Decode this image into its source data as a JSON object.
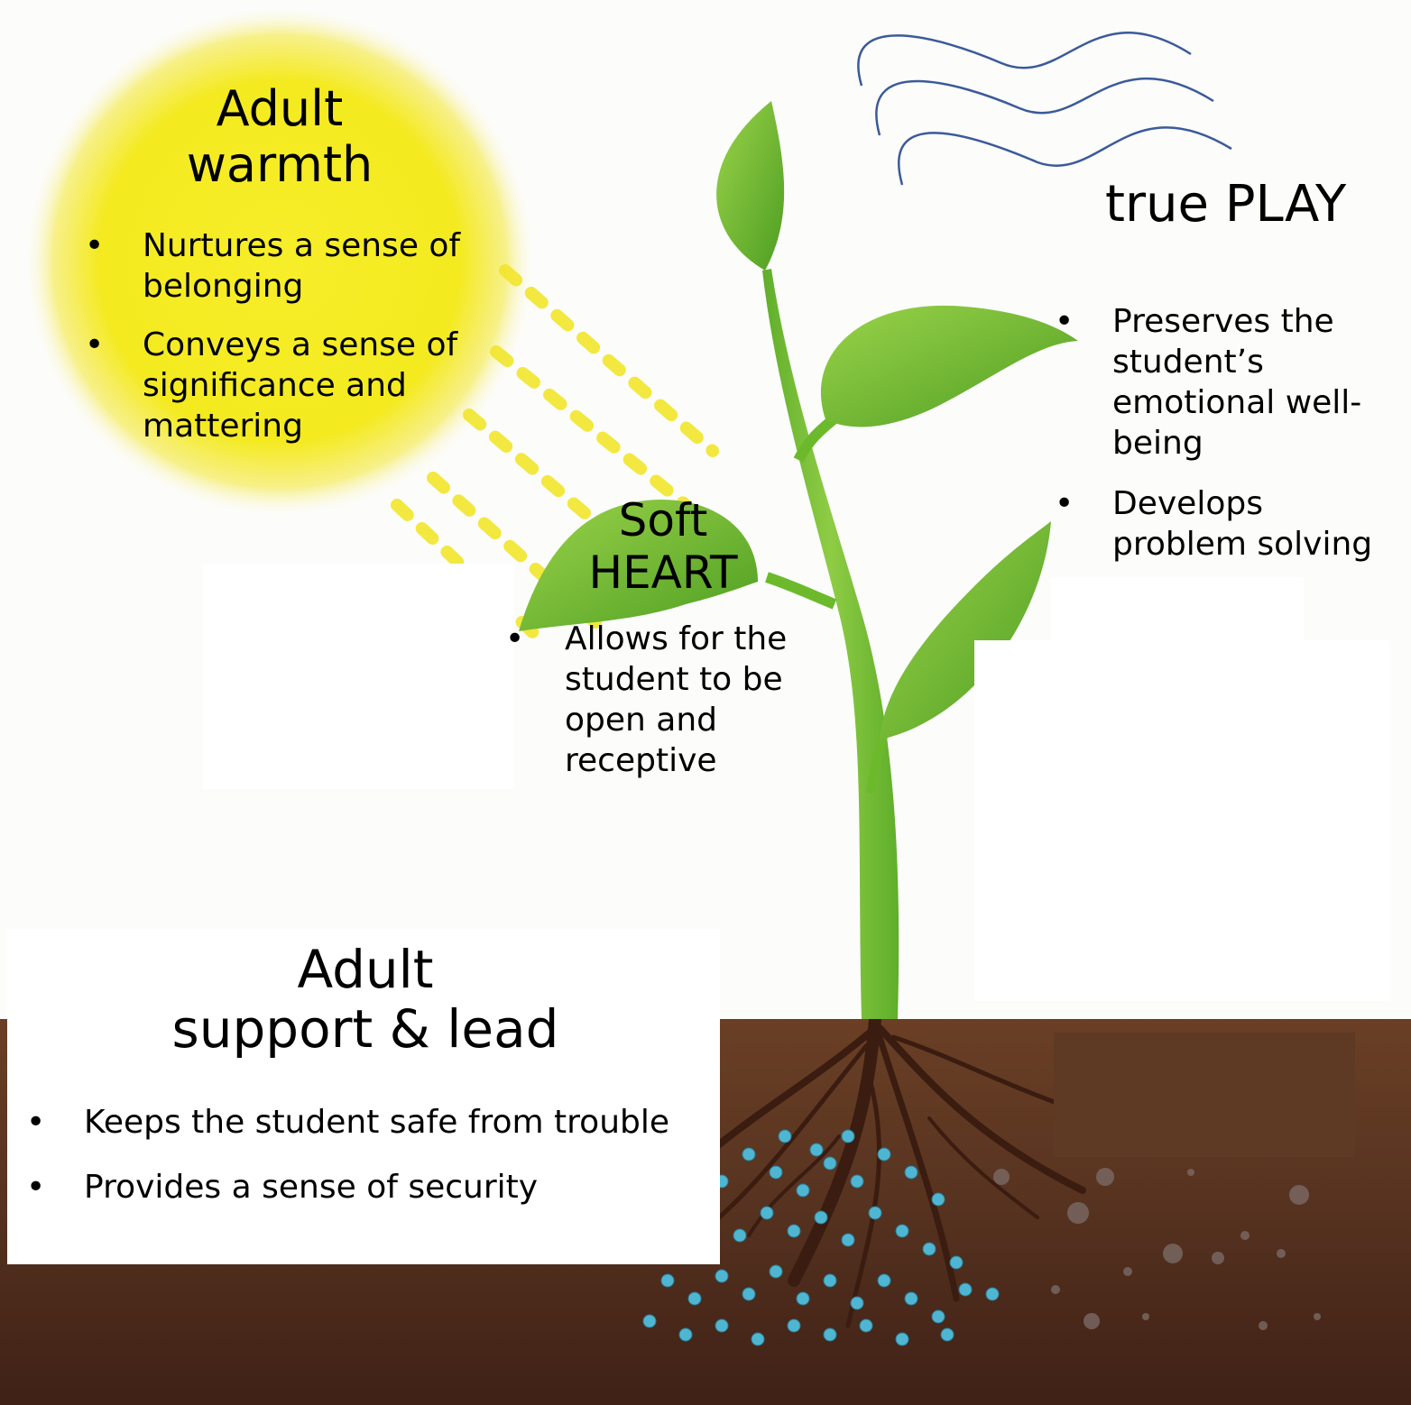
{
  "colors": {
    "sun": "#f4ea1f",
    "leaf": "#6dbb2e",
    "soil": "#5a3521",
    "soil_dark": "#3f2116",
    "water": "#4fb6d2",
    "wind": "#3a5a9a"
  },
  "bullet_char": "•",
  "warmth": {
    "title": [
      "Adult",
      "warmth"
    ],
    "bullets": [
      [
        "Nurtures a sense of",
        "belonging"
      ],
      [
        "Conveys a sense of",
        "significance and",
        "mattering"
      ]
    ]
  },
  "heart": {
    "title": [
      "Soft",
      "HEART"
    ],
    "bullets": [
      [
        "Allows for the",
        "student to be",
        "open and",
        "receptive"
      ]
    ]
  },
  "play": {
    "title": "true PLAY",
    "bullets": [
      [
        "Preserves the",
        "student’s",
        "emotional well-",
        "being"
      ],
      [
        "Develops",
        "problem solving"
      ]
    ]
  },
  "support": {
    "title": [
      "Adult",
      "support & lead"
    ],
    "bullets": [
      "Keeps the student safe from trouble",
      "Provides a sense of security"
    ]
  }
}
